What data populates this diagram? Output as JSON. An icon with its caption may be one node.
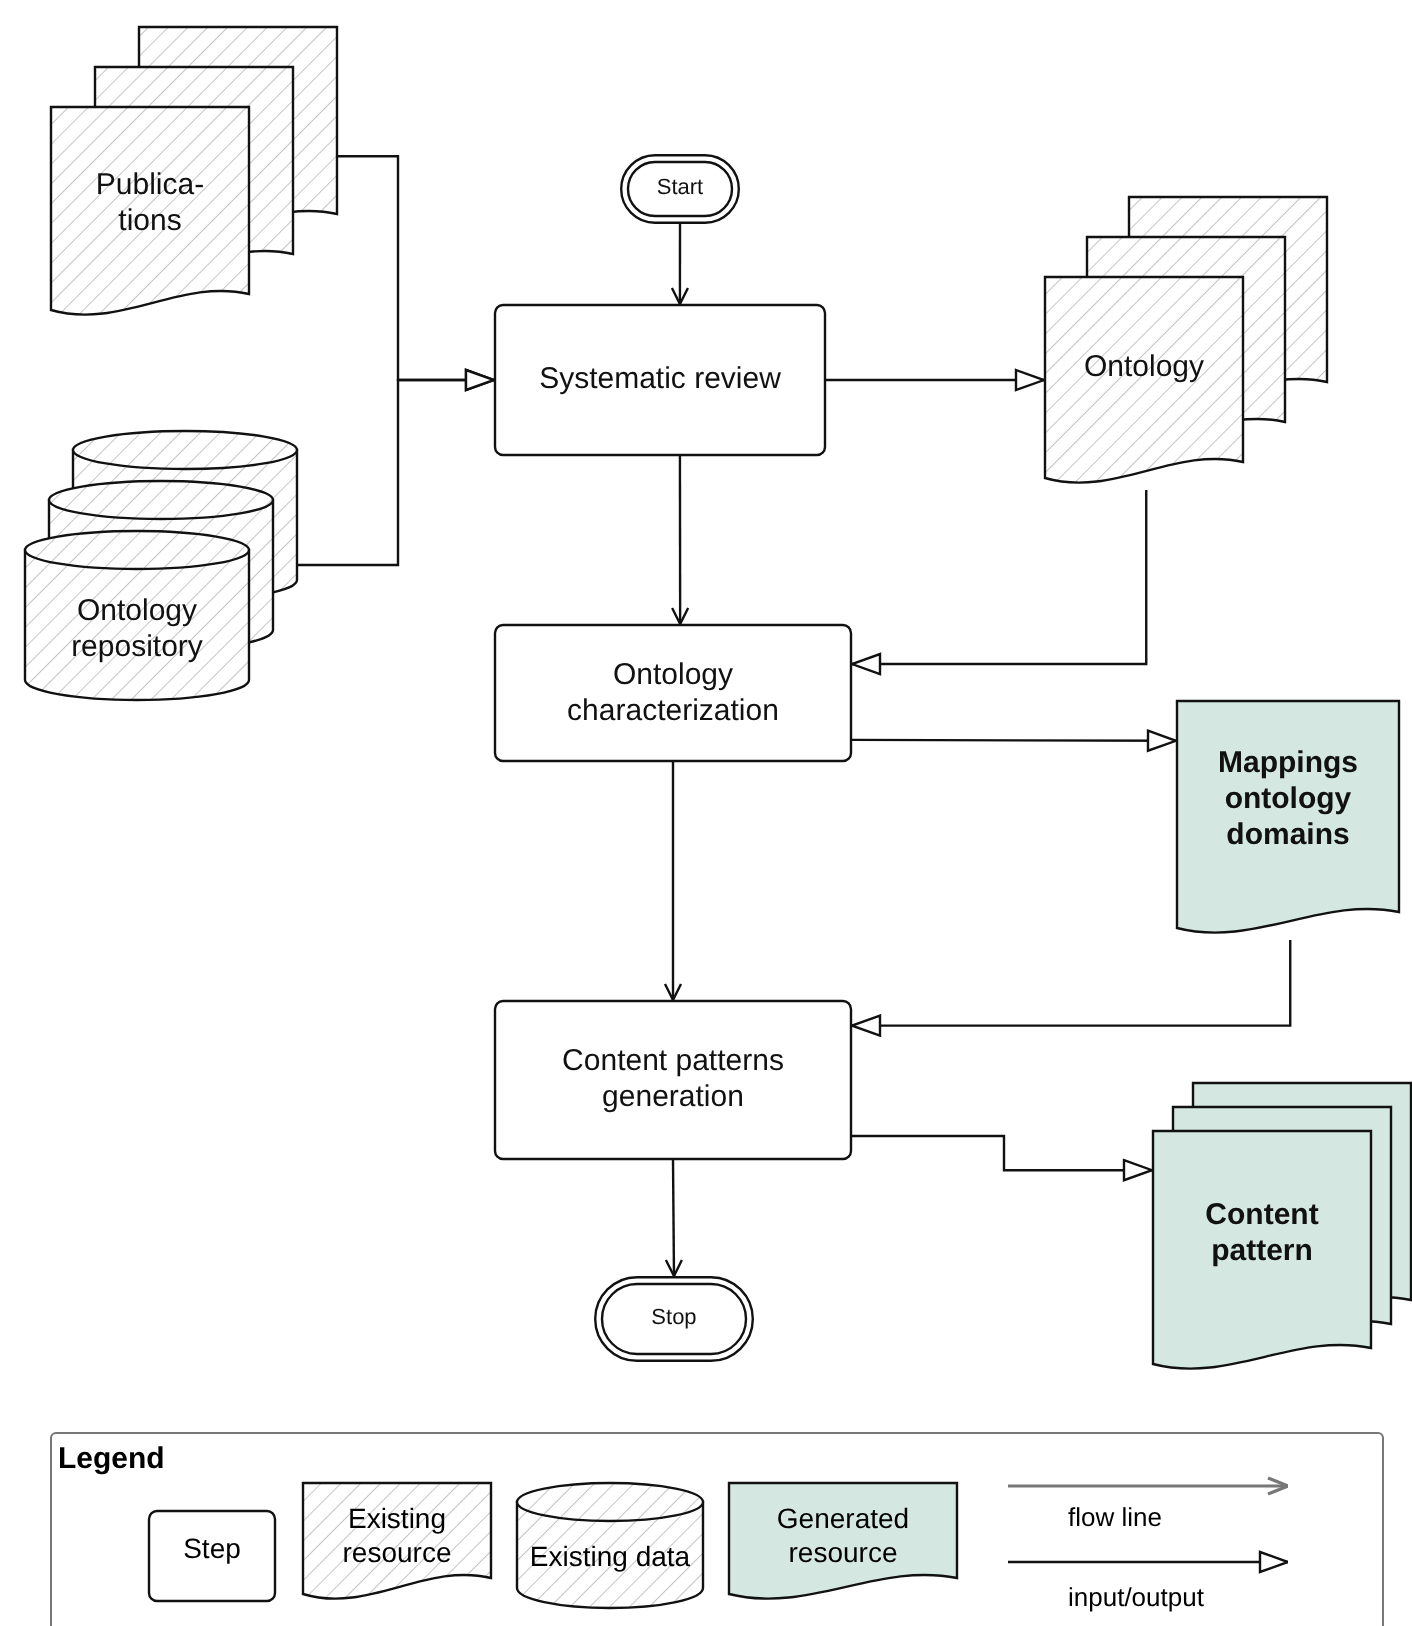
{
  "diagram": {
    "nodes": [
      {
        "text": [
          "Publica- tions"
        ]
      },
      {
        "text": [
          "Start"
        ]
      },
      {
        "text": [
          "Ontology repository"
        ]
      },
      {
        "text": [
          "Systematic review"
        ]
      },
      {
        "text": [
          "Ontology"
        ]
      },
      {
        "text": [
          "Ontology characterization"
        ]
      },
      {
        "text": [
          "Mappings ontology domains"
        ]
      },
      {
        "text": [
          "Content patterns generation"
        ]
      },
      {
        "text": [
          "Content pattern"
        ]
      },
      {
        "text": [
          "Stop"
        ]
      }
    ],
    "edges": [
      {
        "from": 0,
        "to": 3,
        "arrow": "to"
      },
      {
        "from": 2,
        "to": 3,
        "arrow": "to"
      },
      {
        "from": 1,
        "to": 3,
        "arrow": "to"
      },
      {
        "from": 3,
        "to": 4,
        "arrow": "to"
      },
      {
        "from": 3,
        "to": 5,
        "arrow": "to"
      },
      {
        "from": 4,
        "to": 5,
        "arrow": "to"
      },
      {
        "from": 5,
        "to": 6,
        "arrow": "to"
      },
      {
        "from": 5,
        "to": 7,
        "arrow": "to"
      },
      {
        "from": 6,
        "to": 7,
        "arrow": "to"
      },
      {
        "from": 7,
        "to": 8,
        "arrow": "to"
      },
      {
        "from": 7,
        "to": 9,
        "arrow": "to"
      }
    ],
    "labels": [
      "Legend"
    ],
    "legend": [
      {
        "text": "Step"
      },
      {
        "text": "Existing resource"
      },
      {
        "text": "Existing data"
      },
      {
        "text": "Generated resource",
        "color": "#d4e7e1"
      },
      {
        "text": "flow line"
      },
      {
        "text": "input/output"
      }
    ]
  }
}
